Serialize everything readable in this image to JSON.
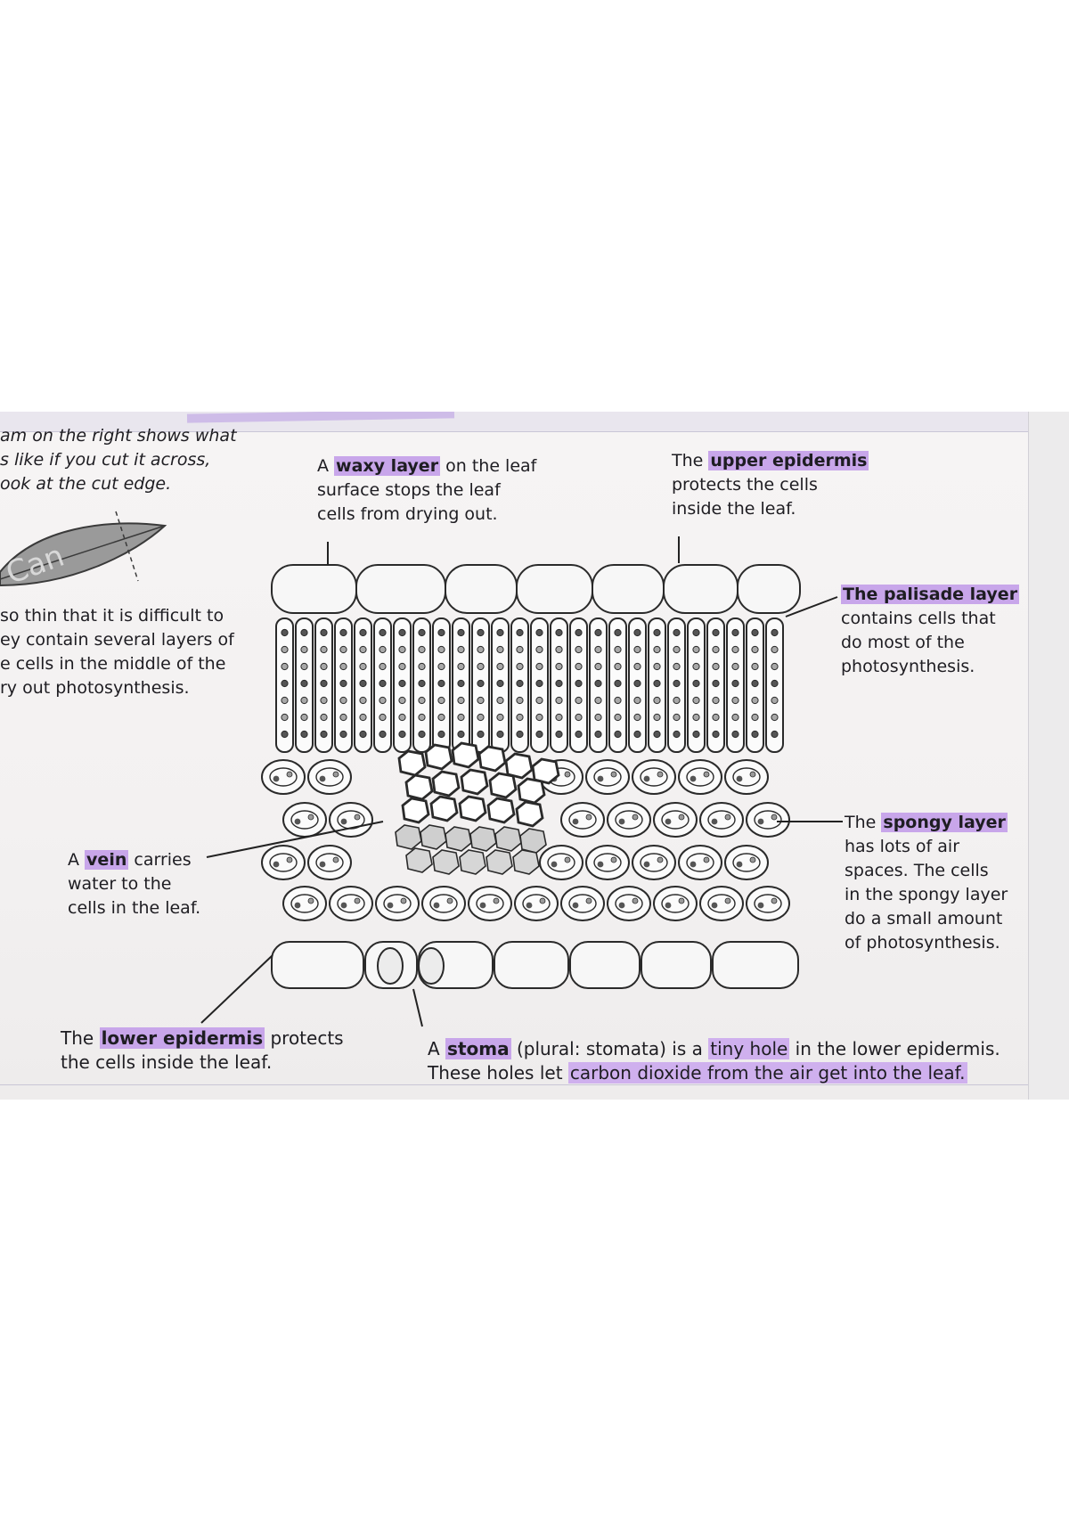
{
  "intro_top": [
    "am on the right shows what",
    "s like if you cut it across,",
    "ook at the cut edge."
  ],
  "leaf_icon_text": "Can",
  "intro_mid": [
    "so thin that it is difficult to",
    "ey contain several layers of",
    "e cells in the middle of the",
    "ry out photosynthesis."
  ],
  "waxy": {
    "pre": "A ",
    "hl": "waxy layer",
    "post": " on the leaf",
    "lines": [
      "surface stops the leaf",
      "cells from drying out."
    ]
  },
  "upper": {
    "pre": "The ",
    "hl": "upper epidermis",
    "lines": [
      "protects the cells",
      "inside the leaf."
    ]
  },
  "palisade": {
    "hl": "The palisade layer",
    "lines": [
      "contains cells that",
      "do most of the",
      "photosynthesis."
    ]
  },
  "spongy": {
    "pre": "The ",
    "hl": "spongy layer",
    "lines": [
      "has lots of air",
      "spaces. The cells",
      "in the spongy layer",
      "do a small amount",
      "of photosynthesis."
    ]
  },
  "vein": {
    "pre": "A ",
    "hl": "vein",
    "post": " carries",
    "lines": [
      "water to the",
      "cells in the leaf."
    ]
  },
  "lower": {
    "pre": "The ",
    "hl": "lower epidermis",
    "post": " protects",
    "line2": "the cells inside the leaf."
  },
  "stoma": {
    "l1_pre": "A ",
    "l1_hl": "stoma",
    "l1_mid": " (plural: stomata) is a ",
    "l1_hl2": "tiny hole",
    "l1_post": " in the lower epidermis.",
    "l2_pre": "These holes let ",
    "l2_hl": "carbon dioxide from the air get into the leaf."
  },
  "colors": {
    "highlight": "#c8a6ea",
    "ink": "#1e1d22",
    "paper": "#f4f2f2"
  }
}
